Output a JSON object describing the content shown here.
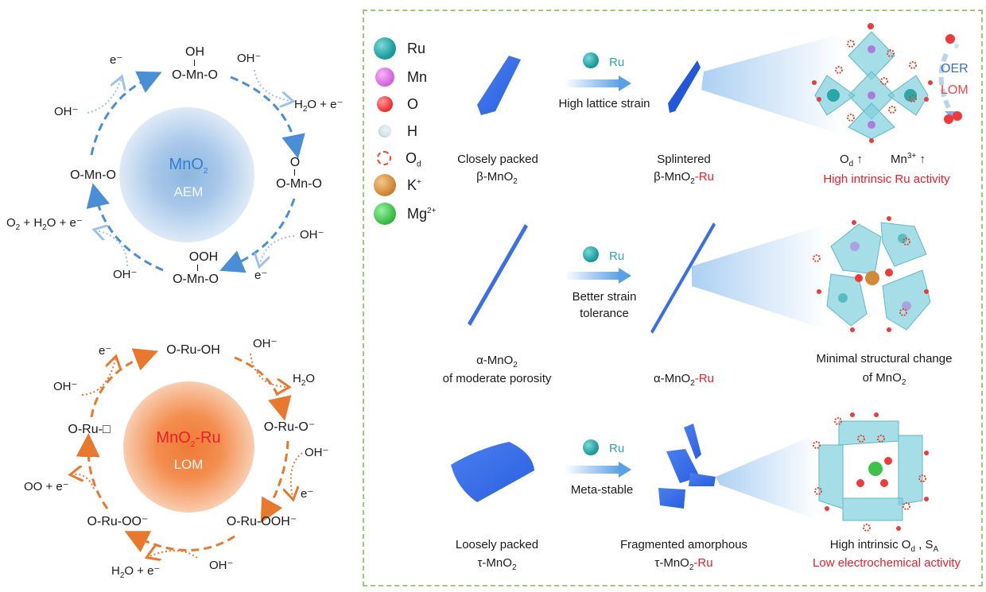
{
  "aem_cycle": {
    "center_title": "MnO",
    "center_title_sub": "2",
    "center_label": "AEM",
    "colors": {
      "arrow": "#4a8fd6",
      "title": "#2f7fd0"
    },
    "states": {
      "top_line1": "OH",
      "top_line2": "O-Mn-O",
      "right_line1": "O",
      "right_line2": "O-Mn-O",
      "bottom_line1": "OOH",
      "bottom_line2": "O-Mn-O",
      "left": "O-Mn-O"
    },
    "species": {
      "e_top_left": "e⁻",
      "oh_top_left": "OH⁻",
      "oh_top_right": "OH⁻",
      "h2o_e_right_a": "H",
      "h2o_e_right_b": "2",
      "h2o_e_right_c": "O + e⁻",
      "oh_bottom_right": "OH⁻",
      "e_bottom_right": "e⁻",
      "oh_bottom_left": "OH⁻",
      "o2_a": "O",
      "o2_b": "2",
      "o2_c": " + H",
      "o2_d": "2",
      "o2_e": "O + e⁻"
    }
  },
  "lom_cycle": {
    "center_title_a": "MnO",
    "center_title_sub": "2",
    "center_title_b": "-Ru",
    "center_label": "LOM",
    "colors": {
      "arrow": "#e8782e",
      "title": "#e8202a"
    },
    "states": {
      "top": "O-Ru-OH",
      "right": "O-Ru-O⁻",
      "bottom_right": "O-Ru-OOH⁻",
      "bottom_left": "O-Ru-OO⁻",
      "left": "O-Ru-□"
    },
    "species": {
      "e_top_left": "e⁻",
      "oh_top_left": "OH⁻",
      "oh_top_right": "OH⁻",
      "h2o_right_a": "H",
      "h2o_right_b": "2",
      "h2o_right_c": "O",
      "oh_right": "OH⁻",
      "e_right": "e⁻",
      "oh_bottom": "OH⁻",
      "h2o_e_bottom_a": "H",
      "h2o_e_bottom_b": "2",
      "h2o_e_bottom_c": "O + e⁻",
      "oo_e_left": "OO + e⁻"
    }
  },
  "legend": [
    {
      "label": "Ru",
      "color": "#1e9ea0"
    },
    {
      "label": "Mn",
      "color": "#d86ae0"
    },
    {
      "label": "O",
      "color": "#ee3a3a"
    },
    {
      "label": "H",
      "color": "#cde3ea"
    },
    {
      "label": "O",
      "sub": "d",
      "color": "#e04a2a",
      "style": "dashed-ring"
    },
    {
      "label": "K",
      "sup": "+",
      "color": "#d08a3a"
    },
    {
      "label": "Mg",
      "sup": "2+",
      "color": "#3ec04a"
    }
  ],
  "rows": [
    {
      "precursor_line1": "Closely packed",
      "precursor_line2_a": "β-MnO",
      "precursor_line2_sub": "2",
      "dopant": "Ru",
      "arrow_label_line1": "High lattice strain",
      "arrow_label_line2": "",
      "product_line1": "Splintered",
      "product_line2_a": "β-MnO",
      "product_line2_sub": "2",
      "product_line2_red": "-Ru",
      "result_line1_a": "O",
      "result_line1_sub": "d",
      "result_line1_b": " ↑",
      "result_line1_c": "Mn",
      "result_line1_sup": "3+",
      "result_line1_d": " ↑",
      "result_line2_red": "High intrinsic Ru activity",
      "side_labels": {
        "oer": "OER",
        "lom": "LOM"
      }
    },
    {
      "precursor_line1_a": "α-MnO",
      "precursor_line1_sub": "2",
      "precursor_line2": "of moderate porosity",
      "dopant": "Ru",
      "arrow_label_line1": "Better strain",
      "arrow_label_line2": "tolerance",
      "product_line1_a": "α-MnO",
      "product_line1_sub": "2",
      "product_line1_red": "-Ru",
      "result_line1": "Minimal structural change",
      "result_line2_a": "of MnO",
      "result_line2_sub": "2"
    },
    {
      "precursor_line1": "Loosely packed",
      "precursor_line2_a": "τ-MnO",
      "precursor_line2_sub": "2",
      "dopant": "Ru",
      "arrow_label_line1": "Meta-stable",
      "product_line1": "Fragmented amorphous",
      "product_line2_a": "τ-MnO",
      "product_line2_sub": "2",
      "product_line2_red": "-Ru",
      "result_line1_a": "High intrinsic O",
      "result_line1_sub": "d",
      "result_line1_b": " , S",
      "result_line1_sub2": "A",
      "result_line2_red": "Low electrochemical activity"
    }
  ]
}
